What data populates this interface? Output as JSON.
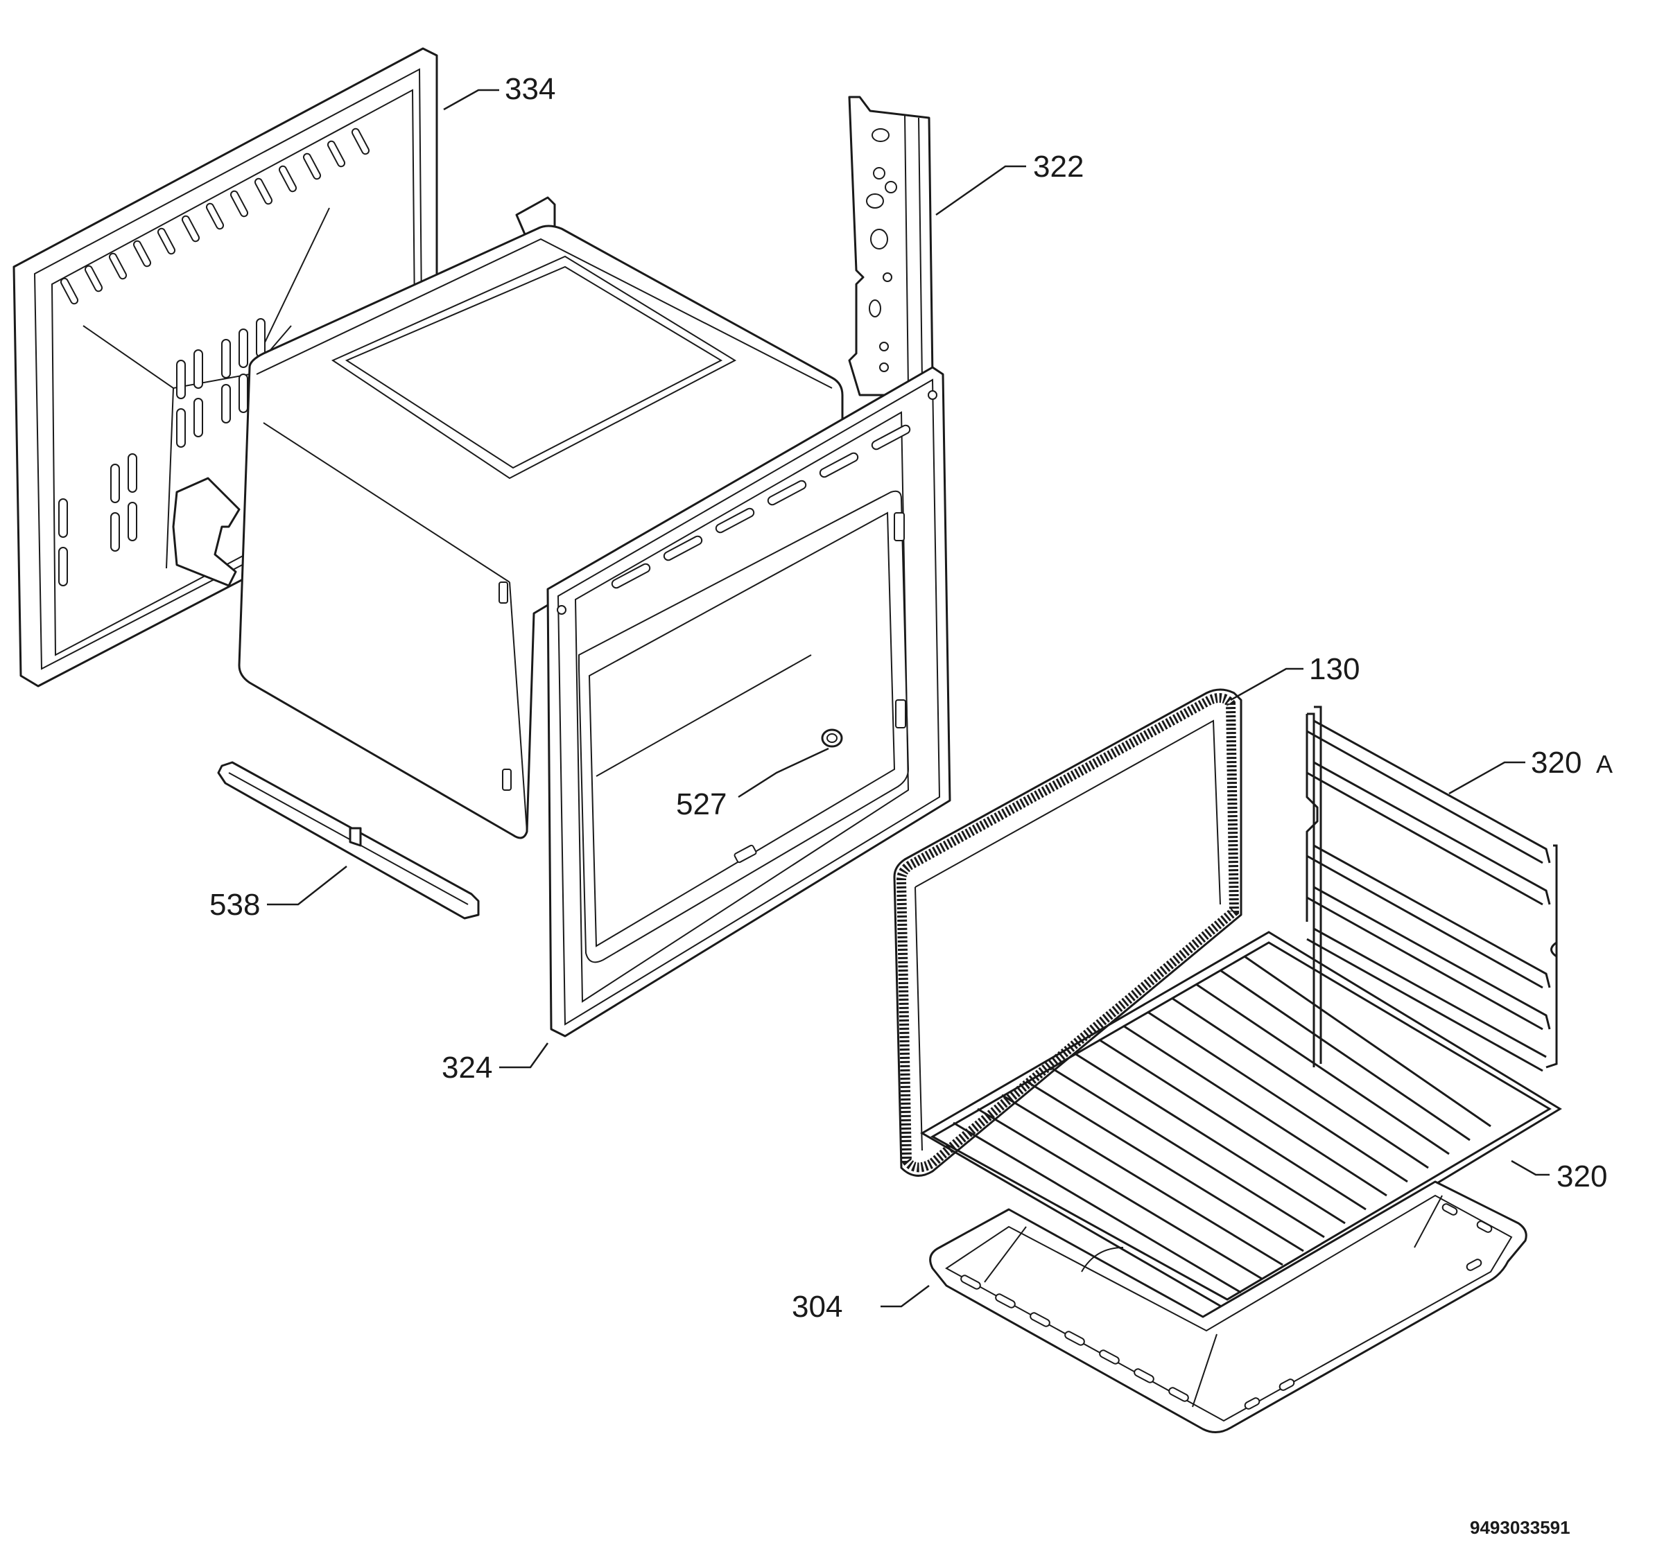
{
  "parts": [
    {
      "id": "p334",
      "number": "334"
    },
    {
      "id": "p322",
      "number": "322"
    },
    {
      "id": "p130",
      "number": "130"
    },
    {
      "id": "p320a",
      "number": "320",
      "suffix": "A"
    },
    {
      "id": "p527",
      "number": "527"
    },
    {
      "id": "p538",
      "number": "538"
    },
    {
      "id": "p324",
      "number": "324"
    },
    {
      "id": "p320",
      "number": "320"
    },
    {
      "id": "p304",
      "number": "304"
    }
  ],
  "document_number": "9493033591",
  "colors": {
    "line": "#1a1a1a",
    "background": "#ffffff"
  }
}
